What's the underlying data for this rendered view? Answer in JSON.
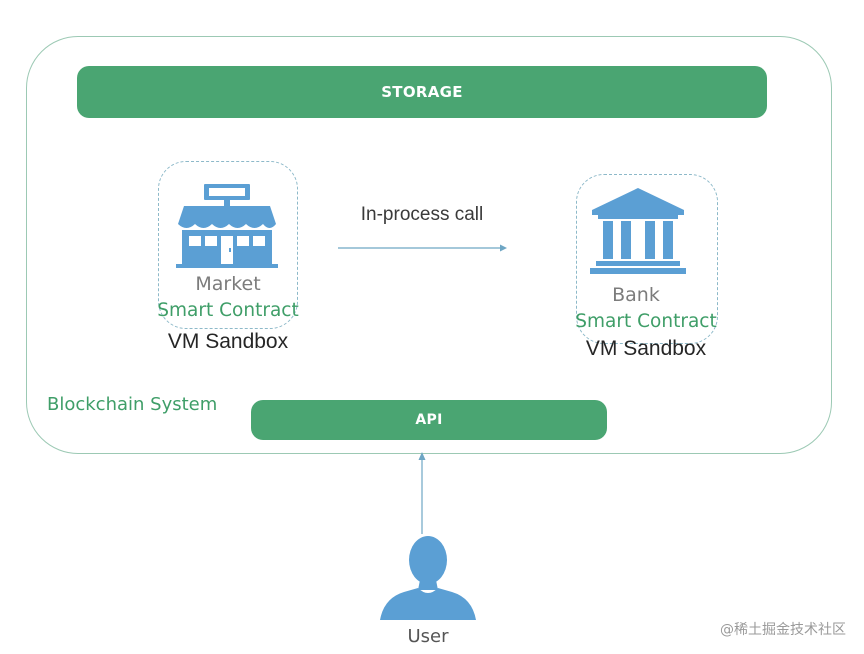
{
  "storage": {
    "label": "STORAGE"
  },
  "api": {
    "label": "API"
  },
  "system": {
    "label": "Blockchain System"
  },
  "call": {
    "label": "In-process call"
  },
  "market": {
    "name": "Market",
    "type": "Smart Contract",
    "sandbox": "VM Sandbox",
    "icon": "shop-icon"
  },
  "bank": {
    "name": "Bank",
    "type": "Smart Contract",
    "sandbox": "VM Sandbox",
    "icon": "bank-icon"
  },
  "user": {
    "label": "User",
    "icon": "user-icon"
  },
  "watermark": {
    "text": "@稀土掘金技术社区"
  },
  "colors": {
    "green": "#4aa572",
    "green_text": "#3f9e68",
    "icon_blue": "#5b9fd4",
    "frame": "#9cc9b4",
    "dashed": "#8db9c9"
  }
}
